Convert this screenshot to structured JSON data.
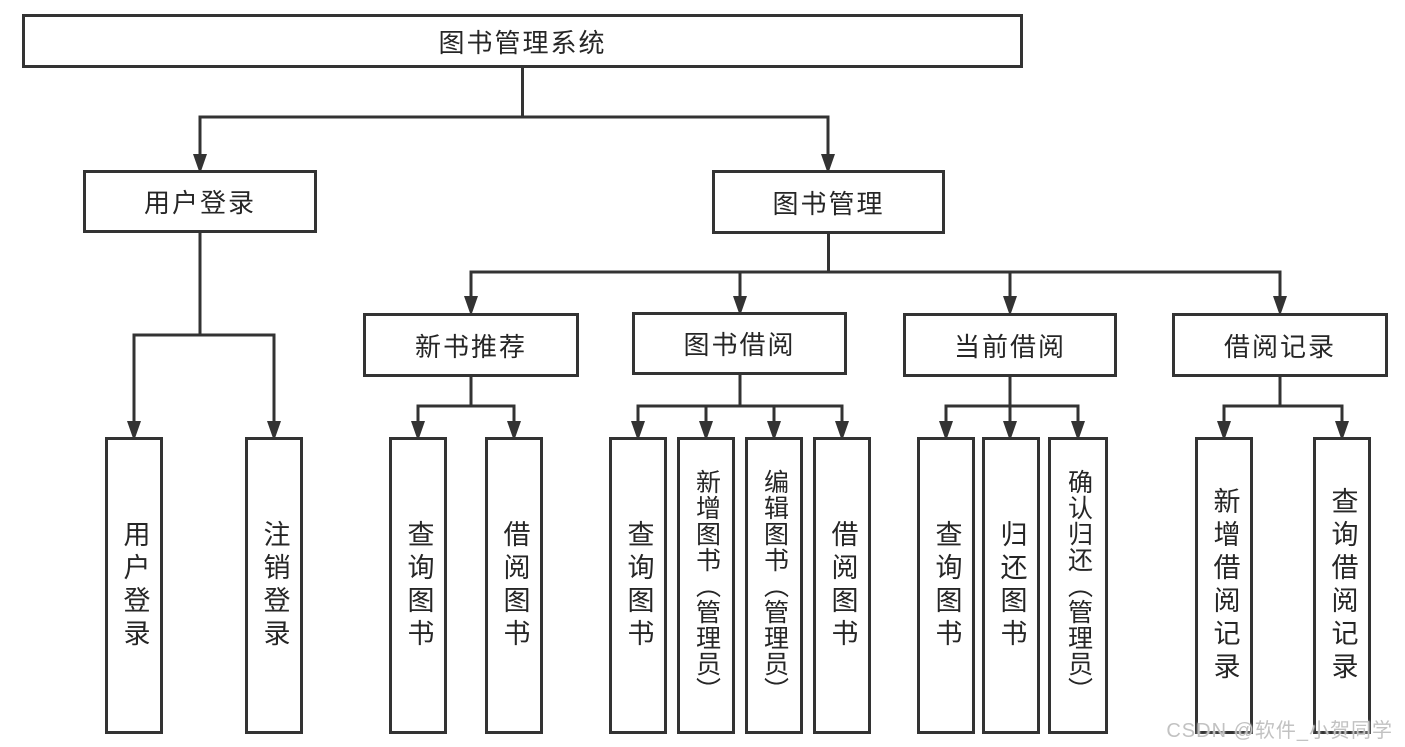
{
  "diagram": {
    "root": {
      "label": "图书管理系统"
    },
    "level2": [
      {
        "label": "用户登录"
      },
      {
        "label": "图书管理"
      }
    ],
    "level3": [
      {
        "label": "新书推荐",
        "parent": "图书管理"
      },
      {
        "label": "图书借阅",
        "parent": "图书管理"
      },
      {
        "label": "当前借阅",
        "parent": "图书管理"
      },
      {
        "label": "借阅记录",
        "parent": "图书管理"
      }
    ],
    "leaves": [
      {
        "label": "用户登录",
        "parent": "用户登录"
      },
      {
        "label": "注销登录",
        "parent": "用户登录"
      },
      {
        "label": "查询图书",
        "parent": "新书推荐"
      },
      {
        "label": "借阅图书",
        "parent": "新书推荐"
      },
      {
        "label": "查询图书",
        "parent": "图书借阅"
      },
      {
        "label": "新增图书（管理员）",
        "parent": "图书借阅"
      },
      {
        "label": "编辑图书（管理员）",
        "parent": "图书借阅"
      },
      {
        "label": "借阅图书",
        "parent": "图书借阅"
      },
      {
        "label": "查询图书",
        "parent": "当前借阅"
      },
      {
        "label": "归还图书",
        "parent": "当前借阅"
      },
      {
        "label": "确认归还（管理员）",
        "parent": "当前借阅"
      },
      {
        "label": "新增借阅记录",
        "parent": "借阅记录"
      },
      {
        "label": "查询借阅记录",
        "parent": "借阅记录"
      }
    ]
  },
  "watermark": "CSDN @软件_小贺同学",
  "colors": {
    "line": "#333333",
    "text": "#262626",
    "watermark": "#c2c2c2",
    "background": "#ffffff"
  }
}
